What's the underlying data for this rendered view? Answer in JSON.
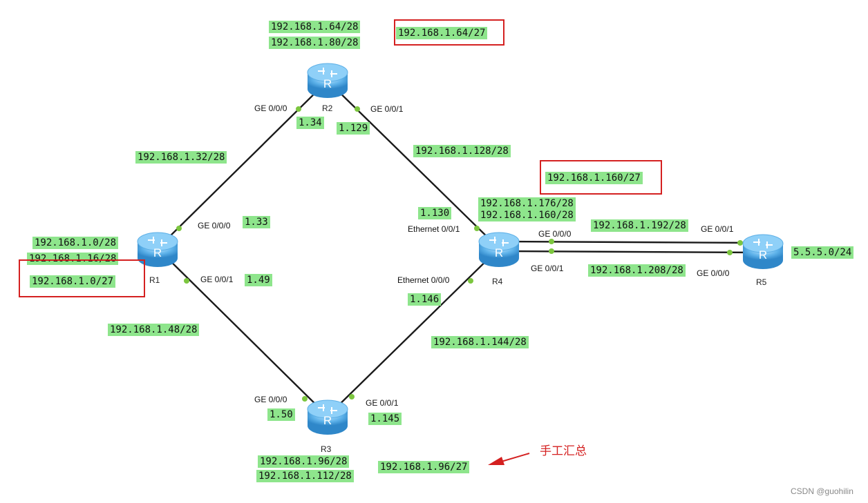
{
  "routers": {
    "r1": "R1",
    "r2": "R2",
    "r3": "R3",
    "r4": "R4",
    "r5": "R5"
  },
  "router_icon_letter": "R",
  "ports": {
    "r2_ge000": "GE 0/0/0",
    "r2_ge001": "GE 0/0/1",
    "r1_ge000": "GE 0/0/0",
    "r1_ge001": "GE 0/0/1",
    "r4_eth001": "Ethernet 0/0/1",
    "r4_eth000": "Ethernet 0/0/0",
    "r4_ge000": "GE 0/0/0",
    "r4_ge001": "GE 0/0/1",
    "r5_ge001": "GE 0/0/1",
    "r5_ge000": "GE 0/0/0",
    "r3_ge000": "GE 0/0/0",
    "r3_ge001": "GE 0/0/1"
  },
  "addresses": {
    "r2_ip_r1": "1.34",
    "r2_ip_r4": "1.129",
    "r1_ip_r2": "1.33",
    "r1_ip_r3": "1.49",
    "r4_ip_r2": "1.130",
    "r4_ip_r3": "1.146",
    "r3_ip_r1": "1.50",
    "r3_ip_r4": "1.145"
  },
  "networks": {
    "r2_lan1": "192.168.1.64/28",
    "r2_lan2": "192.168.1.80/28",
    "r2_summary": "192.168.1.64/27",
    "link_r1_r2": "192.168.1.32/28",
    "link_r2_r4": "192.168.1.128/28",
    "r4_summary": "192.168.1.160/27",
    "r4_lan1": "192.168.1.176/28",
    "r4_lan2": "192.168.1.160/28",
    "link_r4_r5_a": "192.168.1.192/28",
    "link_r4_r5_b": "192.168.1.208/28",
    "r5_lan": "5.5.5.0/24",
    "r1_lan1": "192.168.1.0/28",
    "r1_lan2": "192.168.1.16/28",
    "r1_summary": "192.168.1.0/27",
    "link_r1_r3": "192.168.1.48/28",
    "link_r3_r4": "192.168.1.144/28",
    "r3_lan1": "192.168.1.96/28",
    "r3_lan2": "192.168.1.112/28",
    "r3_summary": "192.168.1.96/27"
  },
  "annotation": "手工汇总",
  "watermark": "CSDN @guohilin",
  "colors": {
    "label_bg": "#8ee58c",
    "highlight": "#d42020",
    "port_dot": "#7cc63f",
    "router_fill": "#5fb3ea"
  }
}
